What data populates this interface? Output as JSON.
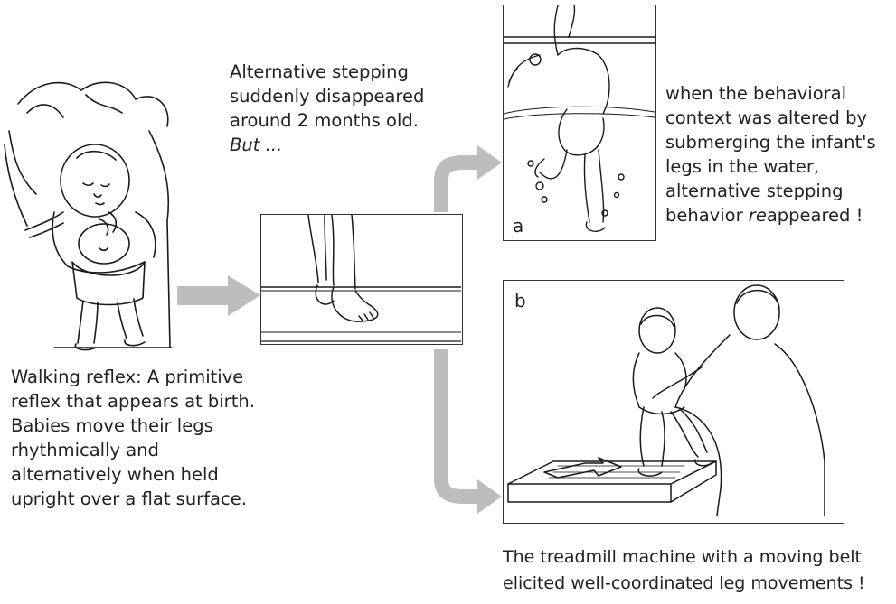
{
  "text_alt_stepping": {
    "line1": "Alternative stepping",
    "line2": "suddenly disappeared",
    "line3": "around 2 months old.",
    "line4": "But ..."
  },
  "text_walking_reflex": {
    "line1": "Walking reflex: A primitive",
    "line2": "reflex that appears at birth.",
    "line3": "Babies move their legs",
    "line4": "rhythmically and",
    "line5": "alternatively when held",
    "line6": "upright over a flat surface."
  },
  "text_water": {
    "line1": "when the behavioral",
    "line2": "context was altered by",
    "line3": "submerging the infant's",
    "line4": "legs in the water,",
    "line5": "alternative stepping",
    "line6_prefix": "behavior ",
    "line6_italic": "re",
    "line6_suffix": "appeared !"
  },
  "text_treadmill": {
    "line1": "The treadmill machine with a moving belt",
    "line2": "elicited well-coordinated leg movements !"
  },
  "panel_labels": {
    "a": "a",
    "b": "b"
  },
  "colors": {
    "arrow": "#bdbdbd",
    "line_art": "#1a1a1a"
  }
}
